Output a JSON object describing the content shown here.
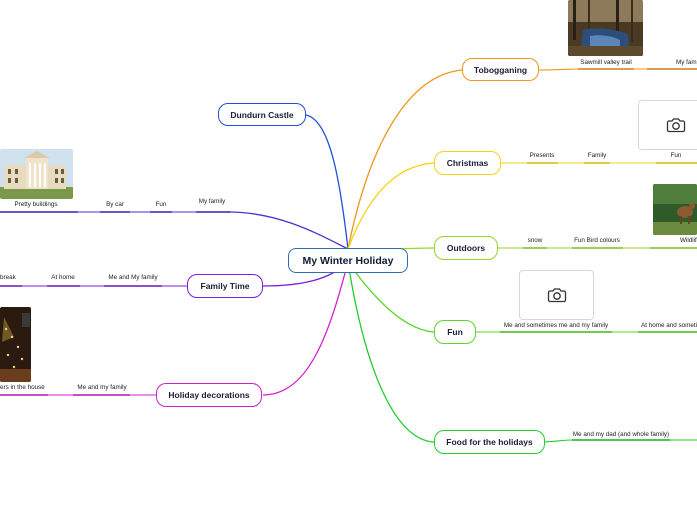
{
  "root": {
    "label": "My Winter Holiday",
    "color": "#2e6fb3"
  },
  "branches": {
    "dundurn": {
      "label": "Dundurn Castle",
      "color": "#1f4fd6"
    },
    "tobogganing": {
      "label": "Tobogganing",
      "color": "#f0961c",
      "subs": [
        "Sawmill valley trail",
        "My fam"
      ]
    },
    "christmas": {
      "label": "Christmas",
      "color": "#f2d414",
      "subs": [
        "Presents",
        "Family",
        "Fun"
      ]
    },
    "outdoors": {
      "label": "Outdoors",
      "color": "#9ed42a",
      "subs": [
        "snow",
        "Fun Bird colours",
        "Wildlif"
      ]
    },
    "fun": {
      "label": "Fun",
      "color": "#5bd62a",
      "subs": [
        "Me and sometimes me and my family",
        "At home and someti"
      ]
    },
    "food": {
      "label": "Food for the holidays",
      "color": "#21d02a",
      "subs": [
        "Me and my dad (and whole family)"
      ]
    },
    "family_time": {
      "label": "Family Time",
      "color": "#7d1fd8",
      "subs": [
        "Me and My family",
        "At home",
        "break"
      ]
    },
    "holiday_decorations": {
      "label": "Holiday decorations",
      "color": "#d31fd1",
      "subs": [
        "Me and my family",
        "ers in the house"
      ]
    },
    "dundurn_trail": {
      "color": "#4e2fd0",
      "subs": [
        "My family",
        "Fun",
        "By car",
        "Pretty buildings"
      ]
    }
  },
  "icons": {
    "photo_placeholder": "camera-icon"
  }
}
